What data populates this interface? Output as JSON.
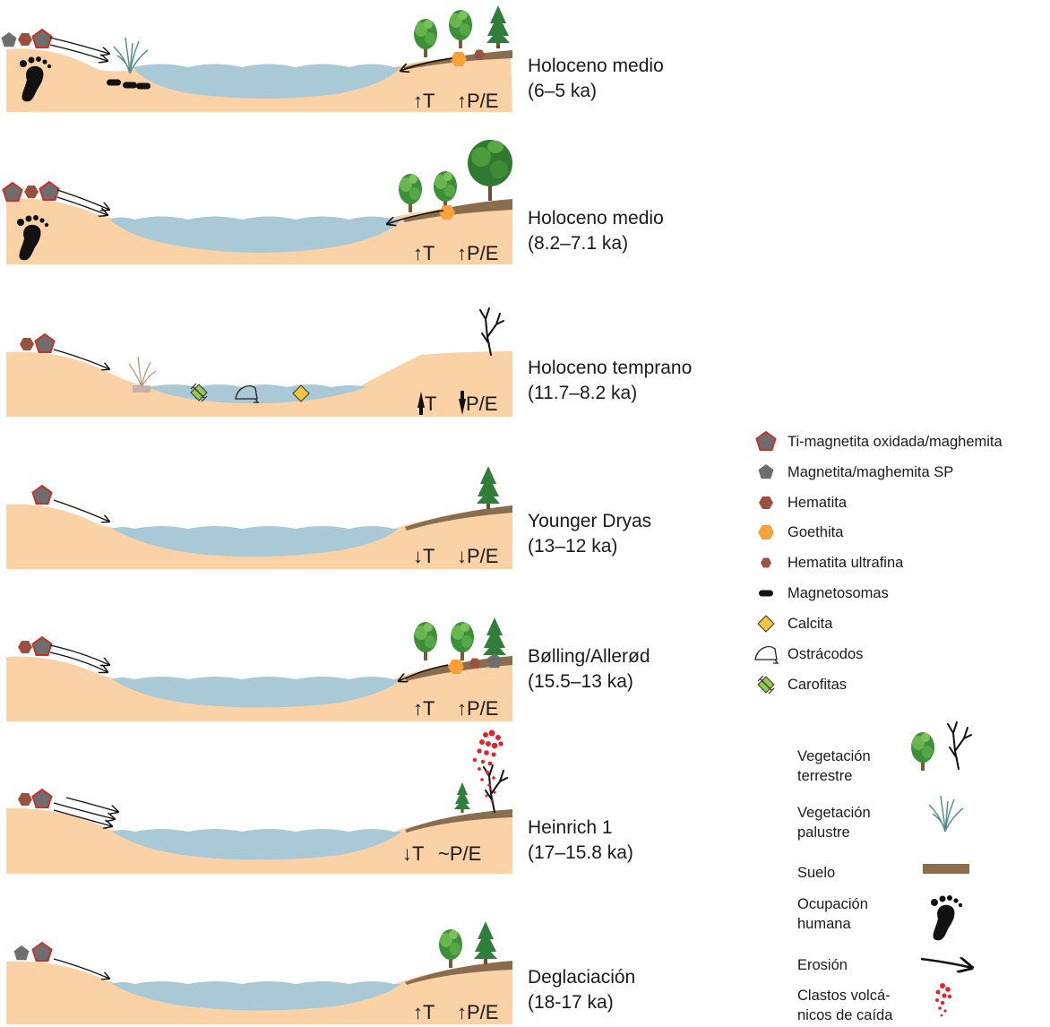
{
  "panels": [
    {
      "id": "holoceno-medio-1",
      "title": "Holoceno medio",
      "age": "(6–5 ka)",
      "indicator_t": "↑T",
      "indicator_pe": "↑P/E"
    },
    {
      "id": "holoceno-medio-2",
      "title": "Holoceno medio",
      "age": "(8.2–7.1 ka)",
      "indicator_t": "↑T",
      "indicator_pe": "↑P/E"
    },
    {
      "id": "holoceno-temprano",
      "title": "Holoceno temprano",
      "age": "(11.7–8.2 ka)",
      "indicator_t": "T",
      "indicator_pe": "P/E"
    },
    {
      "id": "younger-dryas",
      "title": "Younger Dryas",
      "age": "(13–12 ka)",
      "indicator_t": "↓T",
      "indicator_pe": "↓P/E"
    },
    {
      "id": "bolling-allerod",
      "title": "Bølling/Allerød",
      "age": "(15.5–13 ka)",
      "indicator_t": "↑T",
      "indicator_pe": "↑P/E"
    },
    {
      "id": "heinrich-1",
      "title": "Heinrich 1",
      "age": "(17–15.8 ka)",
      "indicator_t": "↓T",
      "indicator_pe": "~P/E"
    },
    {
      "id": "deglaciacion",
      "title": "Deglaciación",
      "age": "(18-17 ka)",
      "indicator_t": "↑T",
      "indicator_pe": "↑P/E"
    }
  ],
  "legend_minerals": [
    {
      "label": "Ti-magnetita oxidada/maghemita",
      "icon": "red-outlined-gray-pentagon-icon"
    },
    {
      "label": "Magnetita/maghemita SP",
      "icon": "gray-pentagon-icon"
    },
    {
      "label": "Hematita",
      "icon": "brown-hexagon-icon"
    },
    {
      "label": "Goethita",
      "icon": "orange-hexagon-icon"
    },
    {
      "label": "Hematita ultrafina",
      "icon": "small-brown-hexagon-icon"
    },
    {
      "label": "Magnetosomas",
      "icon": "black-capsule-icon"
    },
    {
      "label": "Calcita",
      "icon": "yellow-diamond-icon"
    },
    {
      "label": "Ostrácodos",
      "icon": "ostracod-shell-icon"
    },
    {
      "label": "Carofitas",
      "icon": "green-diamond-icon"
    }
  ],
  "legend_features": [
    {
      "label_lines": [
        "Vegetación",
        "terrestre"
      ],
      "icon": "tree-icon"
    },
    {
      "label_lines": [
        "Vegetación",
        "palustre"
      ],
      "icon": "grass-icon"
    },
    {
      "label_lines": [
        "Suelo"
      ],
      "icon": "soil-strip-icon"
    },
    {
      "label_lines": [
        "Ocupación",
        "humana"
      ],
      "icon": "footprint-icon"
    },
    {
      "label_lines": [
        "Erosión"
      ],
      "icon": "erosion-arrow-icon"
    },
    {
      "label_lines": [
        "Clastos volcá-",
        "nicos de caída"
      ],
      "icon": "volcanic-clasts-icon"
    }
  ],
  "colors": {
    "sediment": "#fbd1a6",
    "lake": "#a9c9d6",
    "soil": "#8a6d4c",
    "hematite": "#9a5140",
    "magnetite": "#6e6e6e",
    "pentagon_outline": "#c9302c",
    "goethite": "#f7a13b",
    "calcite": "#f4c43a",
    "charophyte": "#94c84e",
    "tree_dark": "#2e7d34",
    "tree_light": "#5fae46",
    "conifer": "#2f7f3b",
    "volcanic": "#e0242a"
  }
}
